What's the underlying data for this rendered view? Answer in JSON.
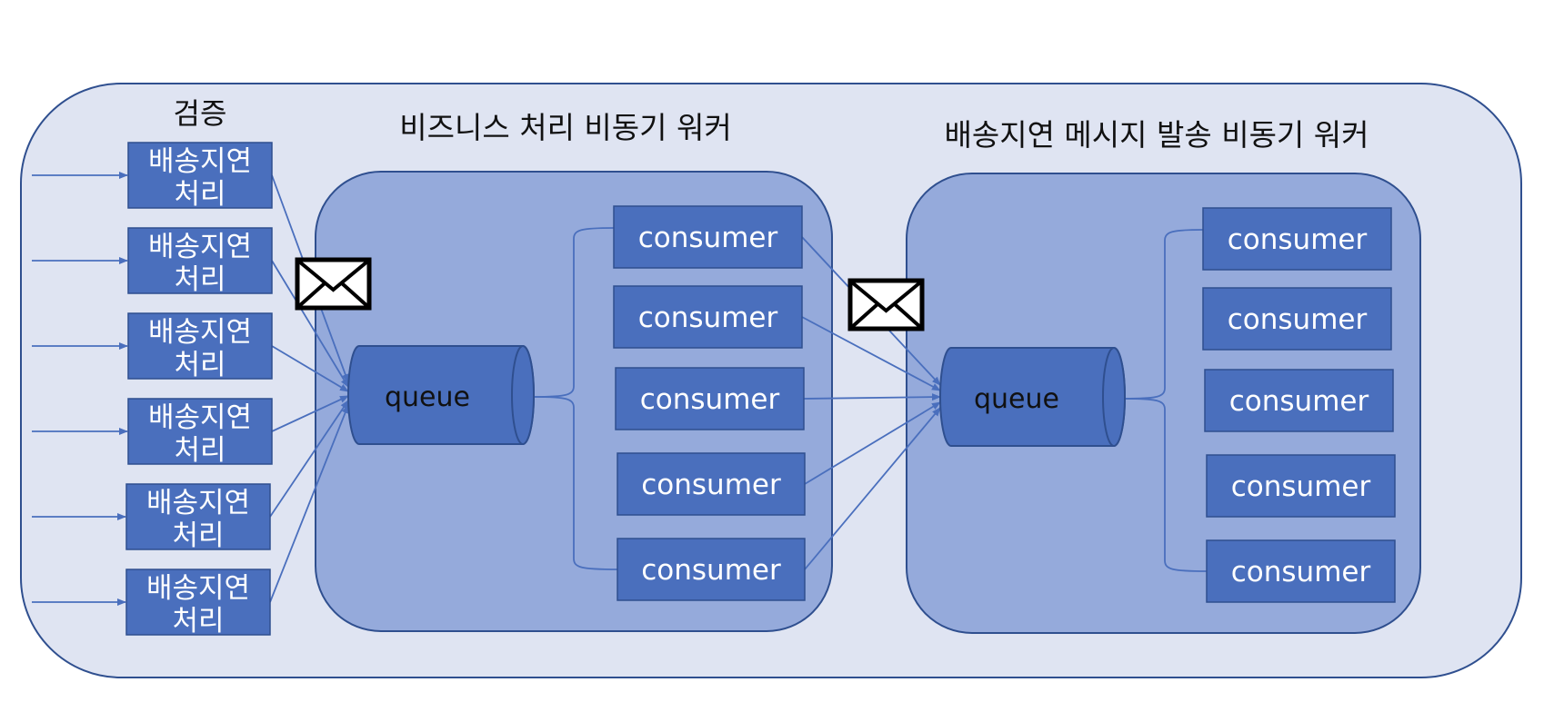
{
  "colors": {
    "outer_fill": "#dfe4f2",
    "outer_stroke": "#2f4f8f",
    "panel_fill": "#95aadb",
    "panel_stroke": "#2f4f8f",
    "box_fill": "#4a6fbd",
    "box_stroke": "#2f4f8f",
    "connector": "#4a6fbd"
  },
  "icons": {
    "message": "envelope-icon"
  },
  "validation": {
    "title": "검증",
    "items": [
      {
        "line1": "배송지연",
        "line2": "처리"
      },
      {
        "line1": "배송지연",
        "line2": "처리"
      },
      {
        "line1": "배송지연",
        "line2": "처리"
      },
      {
        "line1": "배송지연",
        "line2": "처리"
      },
      {
        "line1": "배송지연",
        "line2": "처리"
      },
      {
        "line1": "배송지연",
        "line2": "처리"
      }
    ]
  },
  "business_worker": {
    "title": "비즈니스 처리 비동기 워커",
    "queue_label": "queue",
    "consumers": [
      "consumer",
      "consumer",
      "consumer",
      "consumer",
      "consumer"
    ]
  },
  "message_worker": {
    "title": "배송지연 메시지 발송 비동기 워커",
    "queue_label": "queue",
    "consumers": [
      "consumer",
      "consumer",
      "consumer",
      "consumer",
      "consumer"
    ]
  }
}
